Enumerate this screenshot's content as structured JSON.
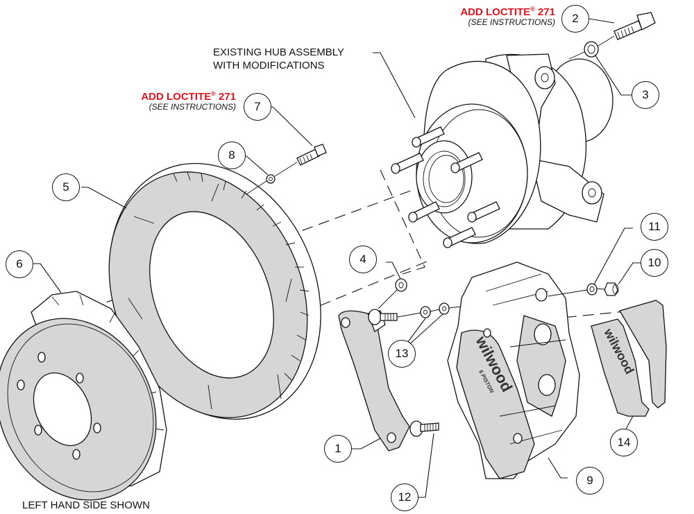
{
  "diagram": {
    "type": "exploded-parts-view",
    "subject": "disc brake kit assembly",
    "colors": {
      "note_red": "#e0141e",
      "part_fill": "#d6d6d6",
      "line": "#111111"
    }
  },
  "notes": {
    "loctite_top": {
      "title": "ADD LOCTITE",
      "reg": "®",
      "number": "271",
      "sub": "(SEE INSTRUCTIONS)"
    },
    "loctite_left": {
      "title": "ADD LOCTITE",
      "reg": "®",
      "number": "271",
      "sub": "(SEE INSTRUCTIONS)"
    }
  },
  "labels": {
    "hub_line1": "EXISTING HUB ASSEMBLY",
    "hub_line2": "WITH MODIFICATIONS",
    "side_shown": "LEFT HAND SIDE SHOWN"
  },
  "brand": {
    "caliper_logo": "wilwood",
    "caliper_sub": "6 PISTON",
    "pad_logo": "wilwood"
  },
  "callouts": [
    {
      "id": "1",
      "part": "caliper bracket"
    },
    {
      "id": "2",
      "part": "bracket bolt"
    },
    {
      "id": "3",
      "part": "washer"
    },
    {
      "id": "4",
      "part": "washer"
    },
    {
      "id": "5",
      "part": "brake rotor"
    },
    {
      "id": "6",
      "part": "hat / drum"
    },
    {
      "id": "7",
      "part": "rotor bolt"
    },
    {
      "id": "8",
      "part": "washer"
    },
    {
      "id": "9",
      "part": "caliper"
    },
    {
      "id": "10",
      "part": "nut"
    },
    {
      "id": "11",
      "part": "washer"
    },
    {
      "id": "12",
      "part": "stud"
    },
    {
      "id": "13",
      "part": "shims"
    },
    {
      "id": "14",
      "part": "brake pads"
    }
  ]
}
